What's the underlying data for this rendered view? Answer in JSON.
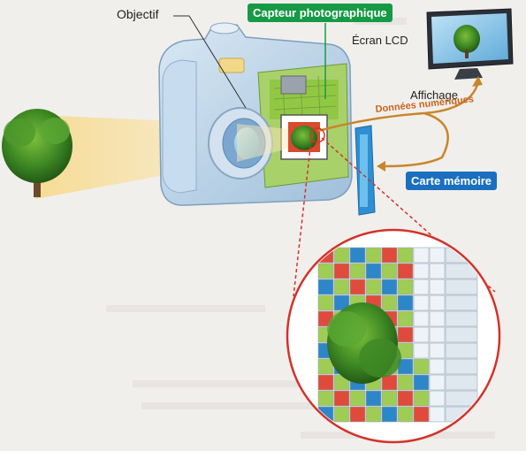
{
  "labels": {
    "objectif": "Objectif",
    "capteur": "Capteur photographique",
    "ecran": "Écran LCD",
    "affichage": "Affichage",
    "donnees": "Données numériques",
    "carte": "Carte mémoire"
  },
  "colors": {
    "capteur_badge": "#179a45",
    "carte_badge": "#1a6fc0",
    "donnees_text": "#c8641e",
    "arrow": "#c8862a",
    "magnifier": "#d3322a",
    "camera_body": "#bcd5ea",
    "sensor_green": "#8ec63f",
    "pixel_red": "#e04a3a",
    "pixel_blue": "#2d86c8",
    "pixel_green": "#9fcc55"
  },
  "icons": [
    "tree-icon",
    "camera-icon",
    "lcd-monitor-icon",
    "memory-card-icon",
    "magnifier-circle-icon"
  ]
}
